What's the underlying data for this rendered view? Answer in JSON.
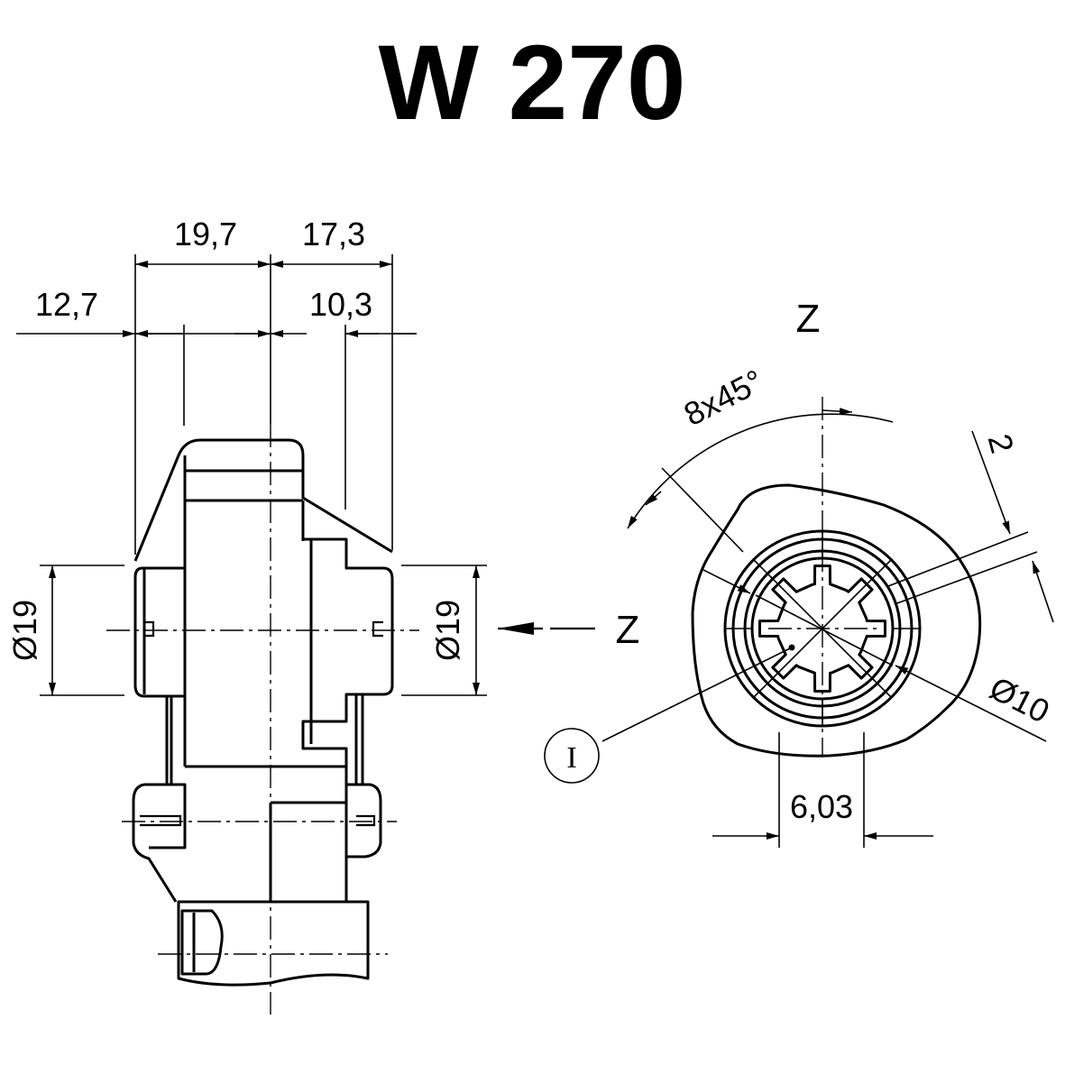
{
  "title": "W 270",
  "side_view": {
    "dim_overall_left": "19,7",
    "dim_overall_right": "17,3",
    "dim_offset_left": "12,7",
    "dim_offset_right": "10,3",
    "dim_diameter_left": "Ø19",
    "dim_diameter_right": "Ø19",
    "view_marker": "Z"
  },
  "end_view": {
    "view_label": "Z",
    "dim_angle": "8x45°",
    "dim_depth": "2",
    "dim_bore": "Ø10",
    "dim_width": "6,03",
    "detail_callout": "I"
  }
}
